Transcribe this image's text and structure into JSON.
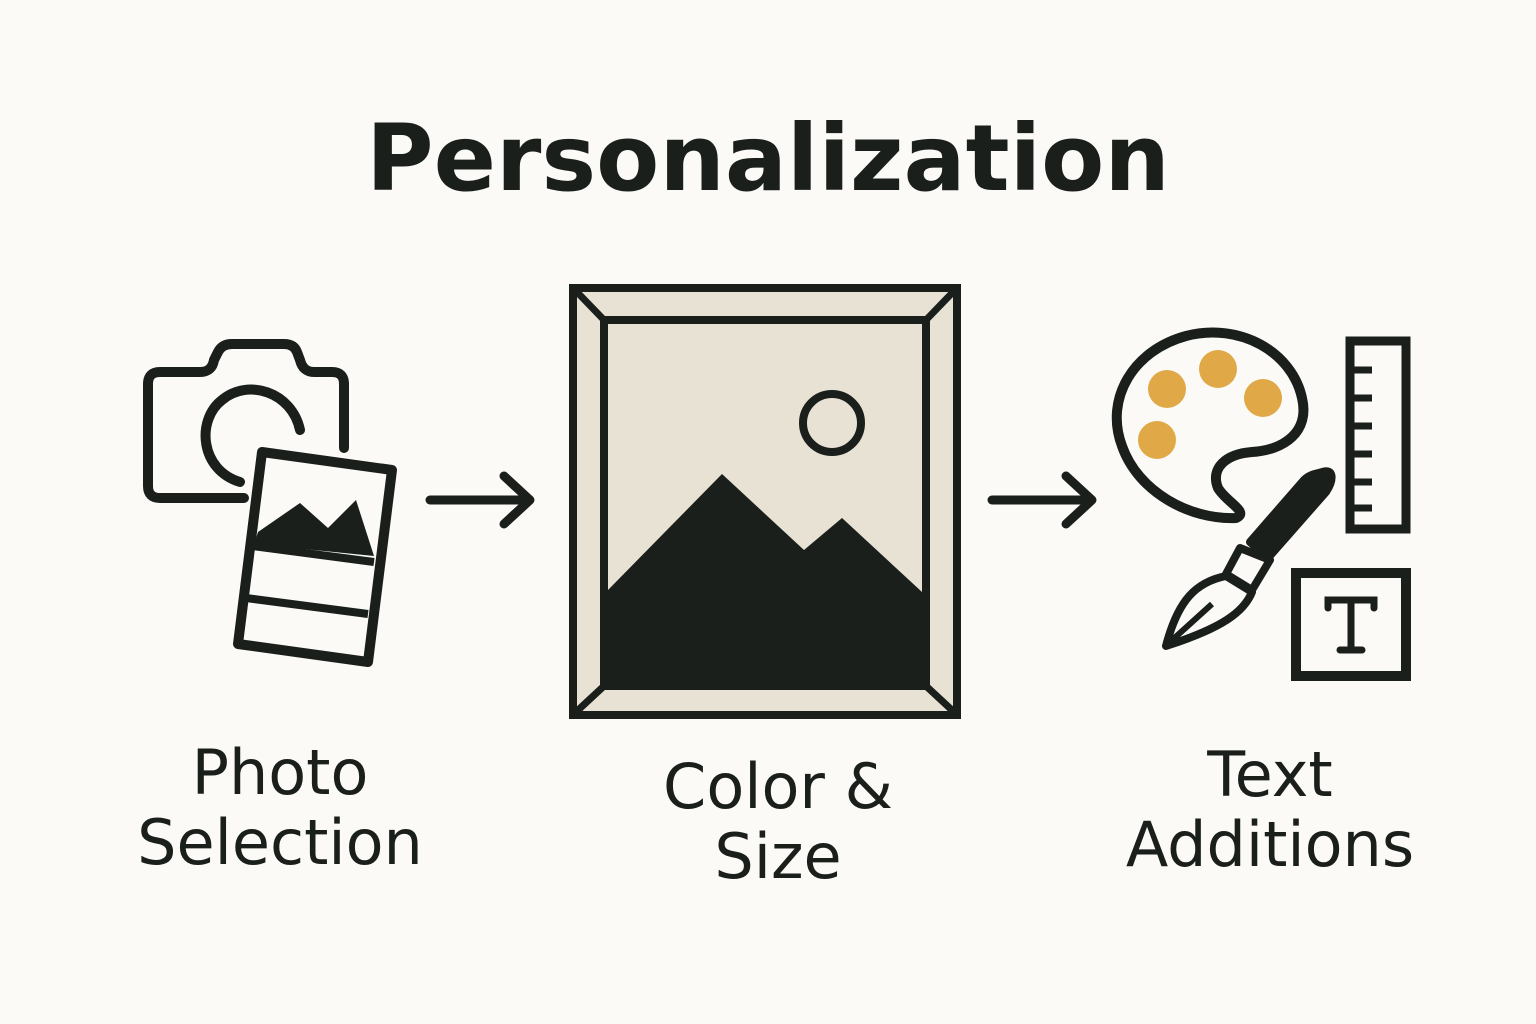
{
  "title": "Personalization",
  "steps": [
    {
      "label_line1": "Photo",
      "label_line2": "Selection",
      "icon": "camera-photo-icon"
    },
    {
      "label_line1": "Color &",
      "label_line2": "Size",
      "icon": "picture-frame-icon"
    },
    {
      "label_line1": "Text",
      "label_line2": "Additions",
      "icon": "palette-pen-ruler-text-icon"
    }
  ],
  "colors": {
    "background": "#fbfaf7",
    "ink": "#1a1f1c",
    "frame_fill": "#e8e2d4",
    "paint_dots": "#e0a847"
  }
}
